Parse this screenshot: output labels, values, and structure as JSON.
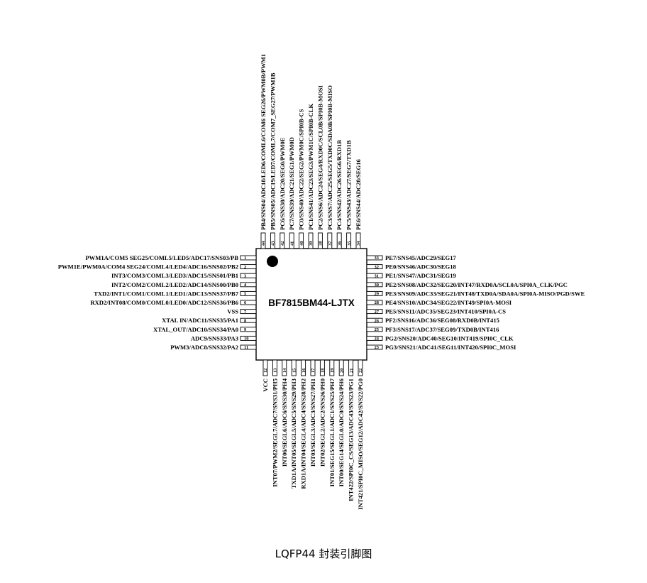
{
  "chip": {
    "name": "BF7815BM44-LJTX",
    "caption": "LQFP44 封装引脚图"
  },
  "pins": {
    "left": [
      {
        "num": "1",
        "label": "PWM1A/COM5  SEG25/COML5/LED5/ADC17/SNS03/PB"
      },
      {
        "num": "2",
        "label": "PWM1E/PWM0A/COM4  SEG24/COML4/LED4/ADC16/SNS02/PB2"
      },
      {
        "num": "3",
        "label": "INT3/COM3/COML3/LED3/ADC15/SNS01/PB1"
      },
      {
        "num": "4",
        "label": "INT2/COM2/COML2/LED2/ADC14/SNS00/PB0"
      },
      {
        "num": "5",
        "label": "TXD2/INT1/COM1/COML1/LED1/ADC13/SNS37/PB7"
      },
      {
        "num": "6",
        "label": "RXD2/INT08/COM0/COML0/LED0/ADC12/SNS36/PB6"
      },
      {
        "num": "7",
        "label": "VSS"
      },
      {
        "num": "8",
        "label": "XTAL  IN/ADC11/SNS35/PA1"
      },
      {
        "num": "9",
        "label": "XTAL_OUT/ADC10/SNS34/PA0"
      },
      {
        "num": "10",
        "label": "ADC9/SNS33/PA3"
      },
      {
        "num": "11",
        "label": "PWM3/ADC8/SNS32/PA2"
      }
    ],
    "bottom": [
      {
        "num": "12",
        "label": "VCC"
      },
      {
        "num": "13",
        "label": "INT07/PWM2/SEGL7/ADC7/SNS31/PH5"
      },
      {
        "num": "14",
        "label": "INT06/SEGL6/ADC6/SNS30/PH4"
      },
      {
        "num": "15",
        "label": "TXD1A/INT05/SEGL5/ADC5/SNS29/PH3"
      },
      {
        "num": "16",
        "label": "RXD1A/INT04/SEGL4/ADC4/SNS28/PH2"
      },
      {
        "num": "17",
        "label": "INT03/SEGL3/ADC3/SNS27/PH1"
      },
      {
        "num": "18",
        "label": "INT02/SEGL2/ADC2/SNS26/PH0"
      },
      {
        "num": "19",
        "label": "INT01/SEG15/SEGL1/ADC1/SNS25/PH7"
      },
      {
        "num": "20",
        "label": "INT00/SEG14/SEGL0/ADC0/SNS24/PH6"
      },
      {
        "num": "21",
        "label": "INT422/SPI0C_CS/SEG13/ADC43/SNS23/PG1"
      },
      {
        "num": "22",
        "label": "INT421/SPI0C_MISO/SEG12/ADC42/SNS22/PG0"
      }
    ],
    "right": [
      {
        "num": "23",
        "label": "PG3/SNS21/ADC41/SEG11/INT420/SPI0C_MOSI"
      },
      {
        "num": "24",
        "label": "PG2/SNS20/ADC40/SEG10/INT419/SPI0C_CLK"
      },
      {
        "num": "25",
        "label": "PF3/SNS17/ADC37/SEG09/TXD0B/INT416"
      },
      {
        "num": "26",
        "label": "PF2/SNS16/ADC36/SEG08/RXD0B/INT415"
      },
      {
        "num": "27",
        "label": "PE5/SNS11/ADC35/SEG23/INT410/SPI0A-CS"
      },
      {
        "num": "28",
        "label": "PE4/SNS10/ADC34/SEG22/INT49/SPI0A-MOSI"
      },
      {
        "num": "29",
        "label": "PE3/SNS09/ADC33/SEG21/INT48/TXD0A/SDA0A/SPI0A-MISO/PGD/SWE"
      },
      {
        "num": "30",
        "label": "PE2/SNS08/ADC32/SEG20/INT47/RXD0A/SCL0A/SPI0A_CLK/PGC"
      },
      {
        "num": "31",
        "label": "PE1/SNS47/ADC31/SEG19"
      },
      {
        "num": "32",
        "label": "PE0/SNS46/ADC30/SEG18"
      },
      {
        "num": "33",
        "label": "PE7/SNS45/ADC29/SEG17"
      }
    ],
    "top": [
      {
        "num": "34",
        "label": "PE6/SNS44/ADC28/SEG16"
      },
      {
        "num": "35",
        "label": "PC5/SNS43/ADC27/SEG7/TXD1B"
      },
      {
        "num": "36",
        "label": "PC4/SNS42/ADC26/SEG6/RXD1B"
      },
      {
        "num": "37",
        "label": "PC3/SNS7/ADC25/SEG5/TXD0C/SDA0B/SPI0B-MISO"
      },
      {
        "num": "38",
        "label": "PC2/SNS6/ADC24/SEG4/RXD0C/SCL0B/SPI0B-MOSI"
      },
      {
        "num": "39",
        "label": "PC1/SNS41/ADC23/SEG3/PWM1C/SPI0B-CLK"
      },
      {
        "num": "40",
        "label": "PC0/SNS40/ADC22/SEG2/PWM0C/SPI0B-CS"
      },
      {
        "num": "41",
        "label": "PC7/SNS39/ADC21/SEG1/PWM0D"
      },
      {
        "num": "42",
        "label": "PC6/SNS38/ADC20/SEG0/PWM0E"
      },
      {
        "num": "43",
        "label": "PB5/SNS05/ADC19/LED7/COML7/COM7_SEG27/PWM1B"
      },
      {
        "num": "44",
        "label": "PB4/SNS04/ADC18/LED6/COML6/COM6  SEG26/PWM0B/PWM1"
      }
    ]
  }
}
